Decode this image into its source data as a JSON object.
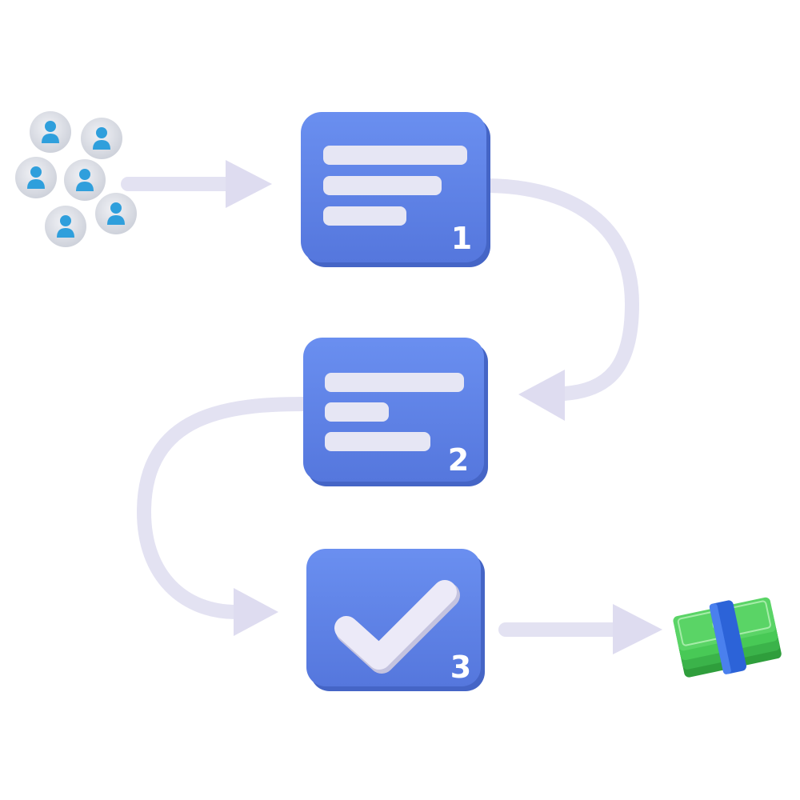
{
  "diagram": {
    "steps": [
      {
        "number": "1",
        "icon": "document-lines-icon"
      },
      {
        "number": "2",
        "icon": "document-lines-icon"
      },
      {
        "number": "3",
        "icon": "checkmark-icon"
      }
    ],
    "inputs_icon": "user-group-icon",
    "output_icon": "cash-stack-icon"
  },
  "colors": {
    "card": "#5b82e4",
    "card_shadow": "#4565c6",
    "line": "#e5e5f3",
    "arrow": "#dedcf0",
    "user_badge": "#dcdfe6",
    "user_figure": "#2f9fdc",
    "money": "#43c952",
    "money_band": "#2c63d8"
  }
}
